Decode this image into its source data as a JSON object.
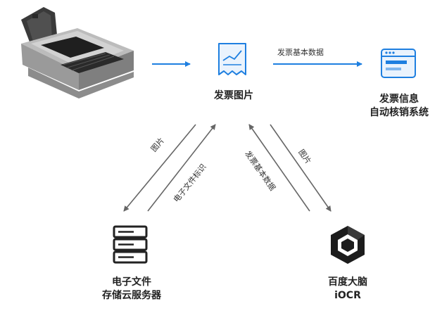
{
  "nodes": {
    "scanner": {
      "icon": "document-scanner-icon"
    },
    "invoice_image": {
      "label": "发票图片",
      "icon": "invoice-receipt-icon"
    },
    "verification_system": {
      "line1": "发票信息",
      "line2": "自动核销系统",
      "icon": "browser-window-icon"
    },
    "cloud_server": {
      "line1": "电子文件",
      "line2": "存储云服务器",
      "icon": "server-stack-icon"
    },
    "iocr": {
      "line1": "百度大脑",
      "line2": "iOCR",
      "icon": "iocr-cube-logo-icon"
    }
  },
  "edges": {
    "scanner_to_image": {
      "label": ""
    },
    "image_to_system": {
      "label": "发票基本数据"
    },
    "image_to_server": {
      "label": "图片"
    },
    "server_to_image": {
      "label": "电子文件标识"
    },
    "iocr_to_image": {
      "label": "发票基本数据"
    },
    "image_to_iocr": {
      "label": "图片"
    }
  },
  "colors": {
    "accent_blue": "#1e7fe0",
    "arrow_gray": "#666666",
    "text": "#222222",
    "icon_dark": "#222222"
  }
}
